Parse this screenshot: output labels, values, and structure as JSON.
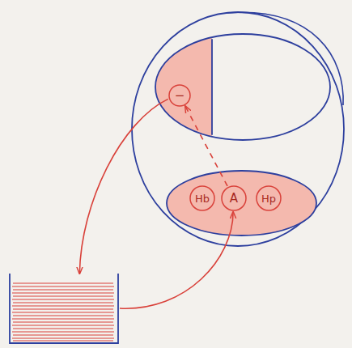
{
  "diagram": {
    "nodes": [
      {
        "text": []
      },
      {
        "text": [],
        "in": 0
      },
      {
        "text": [
          "−"
        ],
        "in": 1
      },
      {
        "text": [],
        "in": 0
      },
      {
        "text": [
          "Hb"
        ],
        "in": 3
      },
      {
        "text": [
          "A"
        ],
        "in": 3
      },
      {
        "text": [
          "Hp"
        ],
        "in": 3
      },
      {
        "text": []
      }
    ],
    "edges": [
      {
        "from": 2,
        "to": 7,
        "arrow": "to"
      },
      {
        "from": 7,
        "to": 5,
        "arrow": "to"
      },
      {
        "from": 5,
        "to": 2,
        "arrow": "to"
      }
    ]
  }
}
